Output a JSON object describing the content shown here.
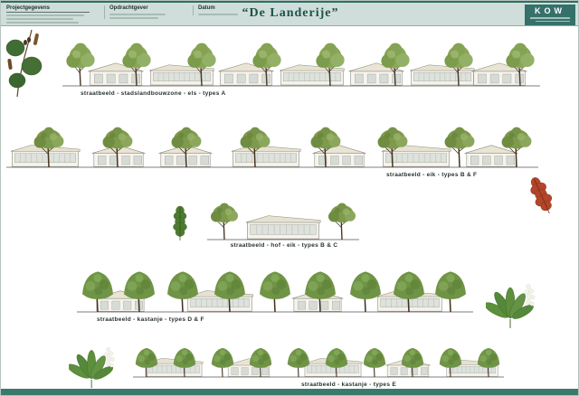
{
  "header": {
    "project_label": "Projectgegevens",
    "opdrachtgever_label": "Opdrachtgever",
    "datum_label": "Datum",
    "title": "“De Landerije”",
    "logo_text": "KOW"
  },
  "strips": [
    {
      "caption": "straatbeeld - stadslandbouwzone - els - types A"
    },
    {
      "caption": "straatbeeld - eik - types B & F"
    },
    {
      "caption": "straatbeeld - hof - eik - types B & C"
    },
    {
      "caption": "straatbeeld - kastanje - types D & F"
    },
    {
      "caption": "straatbeeld - kastanje - types E"
    }
  ],
  "botanical_icons": [
    "alder-sprig-icon",
    "green-oak-leaf-icon",
    "red-oak-leaf-icon",
    "chestnut-leaf-flower-icon",
    "chestnut-leaf-icon"
  ],
  "colors": {
    "header_background": "#cfdeda",
    "accent_teal": "#35716a",
    "title_green": "#1d5246",
    "foliage_alder": "#8aa757",
    "foliage_oak": "#7e9a4c",
    "foliage_chestnut": "#6f9446"
  }
}
